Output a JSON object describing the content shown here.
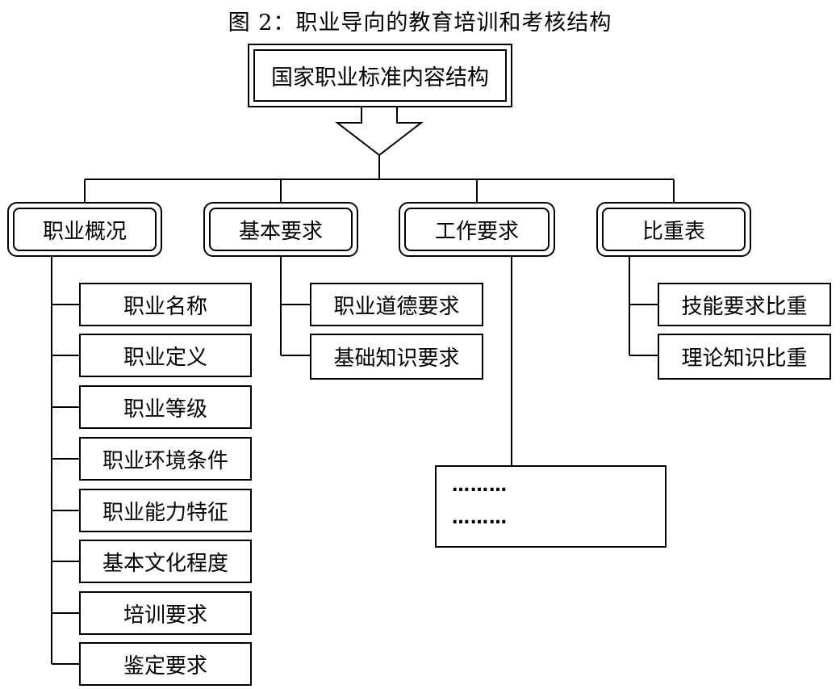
{
  "title": "图 2：职业导向的教育培训和考核结构",
  "root": "国家职业标准内容结构",
  "categories": [
    {
      "label": "职业概况",
      "children": [
        "职业名称",
        "职业定义",
        "职业等级",
        "职业环境条件",
        "职业能力特征",
        "基本文化程度",
        "培训要求",
        "鉴定要求"
      ]
    },
    {
      "label": "基本要求",
      "children": [
        "职业道德要求",
        "基础知识要求"
      ]
    },
    {
      "label": "工作要求",
      "children": [],
      "placeholder": [
        "………",
        "………"
      ]
    },
    {
      "label": "比重表",
      "children": [
        "技能要求比重",
        "理论知识比重"
      ]
    }
  ]
}
